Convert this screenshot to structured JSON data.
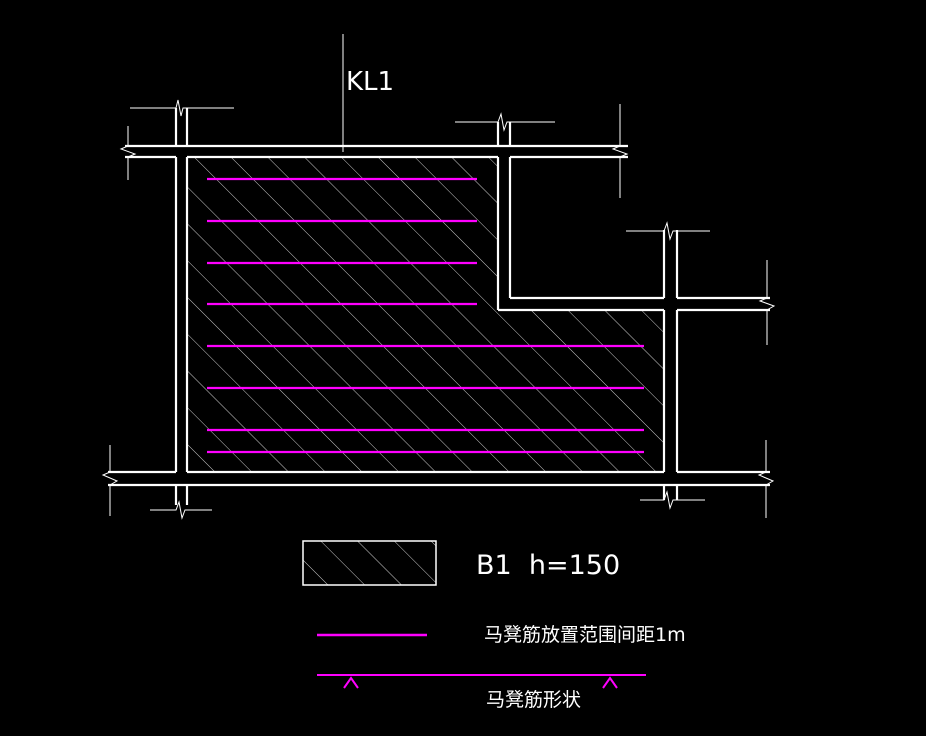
{
  "beam_label": "KL1",
  "legend": {
    "slab_label": "B1  h=150",
    "spacing_label": "马凳筋放置范围间距1m",
    "shape_label": "马凳筋形状"
  },
  "colors": {
    "background": "#000000",
    "wall": "#ffffff",
    "rebar": "#ff00ff"
  }
}
